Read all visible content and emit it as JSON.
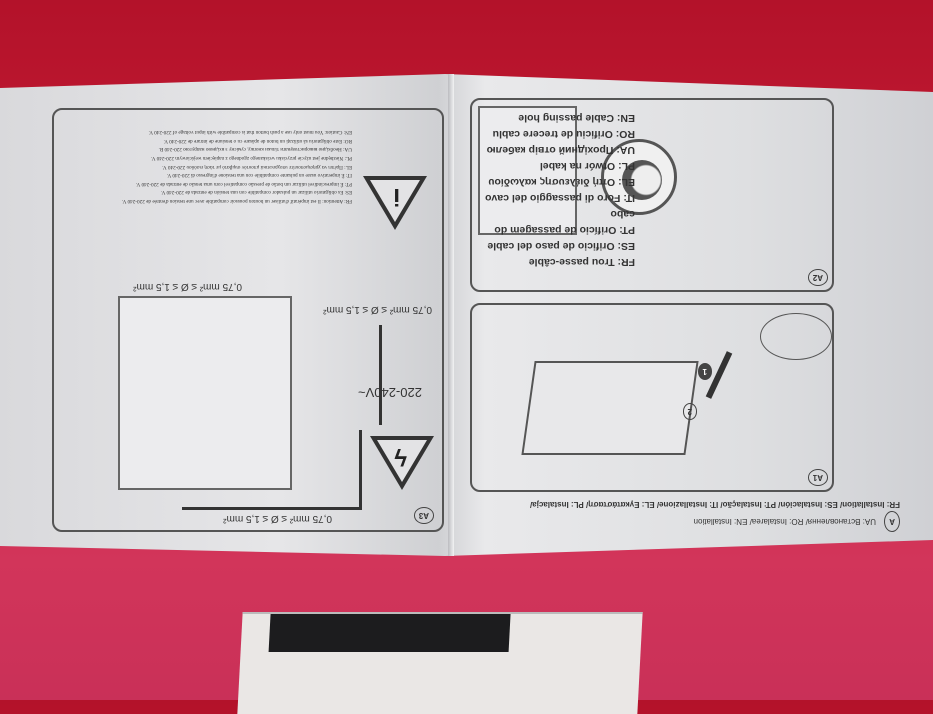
{
  "panel_a3": {
    "label": "A3",
    "voltage": "220-240V~",
    "wire_spec": "0,75 mm² ≤ Ø ≤ 1,5 mm²",
    "warnings": [
      "FR: Attention: Il est impératif d'utiliser un bouton poussoir compatible avec une tension d'entrée de 220-240 V.",
      "ES: Es obligatorio utilizar un pulsador compatible con una tensión de entrada de 220-240 V.",
      "PT: É imprescindível utilizar um botão de pressão compatível com uma tensão de entrada de 220-240 V.",
      "IT: È imperativo usare un pulsante compatibile con una tensione d'ingresso di 220-240 V.",
      "EL: Πρέπει να χρησιμοποιείτε υποχρεωτικά μπουτόν συμβατό με τάση εισόδου 220-240 V.",
      "PL: Niezbędne jest użycie przycisku wciskanego zgodnego z napięciem wejściowym 220-240 V.",
      "UA: Необхідно використовувати тільки кнопку, сумісну з вхідною напругою 220-240 В.",
      "RO: Este obligatoriu să utilizați un buton de apăsare cu o tensiune de intrare de 220-240 V.",
      "EN: Caution: You must only use a push button that is compatible with input voltage of 220-240 V."
    ]
  },
  "panel_a2": {
    "label": "A2",
    "cable_hole": [
      "FR: Trou passe-câble",
      "ES: Orificio de paso del cable",
      "PT: Orifício de passagem do cabo",
      "IT: Foro di passaggio del cavo",
      "EL: Οπή διέλευσης καλωδίου",
      "PL: Otwór na kabel",
      "UA: Прохідний отвір кабелю",
      "RO: Orificiu de trecere cablu",
      "EN: Cable passing hole"
    ]
  },
  "panel_a1": {
    "label": "A1",
    "step1": "1",
    "step2": "2"
  },
  "section": {
    "label": "A",
    "title_line1": "FR: Installation/ ES: Instalación/ PT: Instalação/ IT: Installazione/ EL: Εγκατάσταση/ PL: Instalacja/",
    "title_line2": "UA: Встановлення/ RO: Instalarea/ EN: Installation"
  }
}
